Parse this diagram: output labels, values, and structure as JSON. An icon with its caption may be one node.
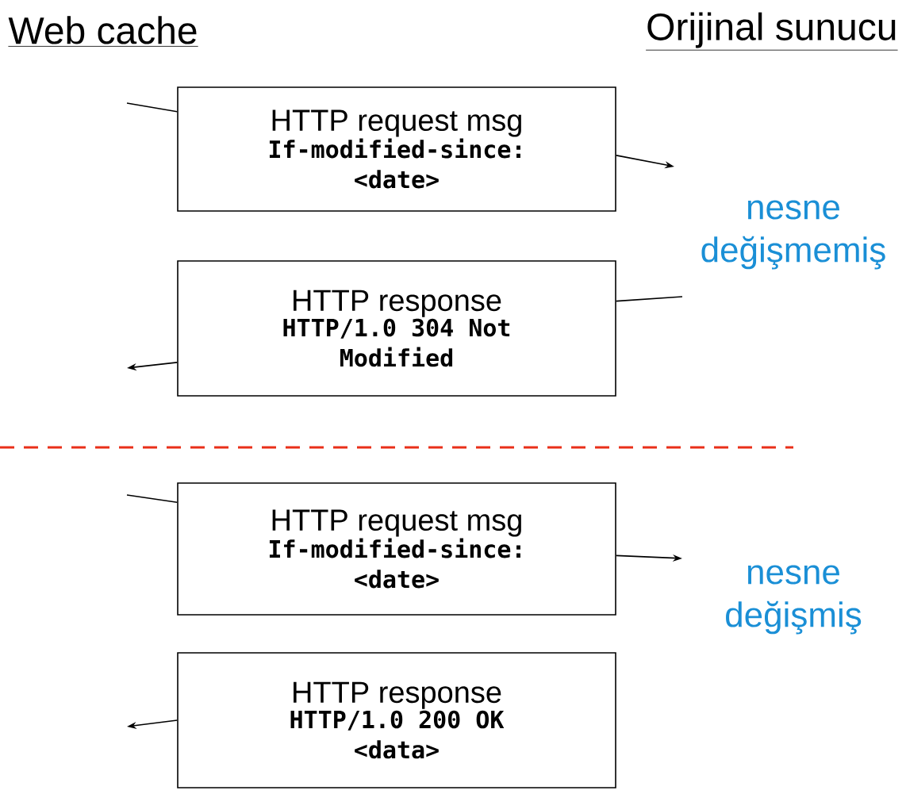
{
  "diagram": {
    "nodes": [
      {
        "text": [
          "HTTP request msg",
          "If-modified-since: <date>"
        ]
      },
      {
        "text": [
          "HTTP response",
          "HTTP/1.0 304 Not Modified"
        ]
      },
      {
        "text": [
          "HTTP request msg",
          "If-modified-since: <date>"
        ]
      },
      {
        "text": [
          "HTTP response",
          "HTTP/1.0 200 OK <data>"
        ]
      }
    ],
    "edges": [
      {
        "from": null,
        "to": 0,
        "arrow": "none"
      },
      {
        "from": 0,
        "to": null,
        "arrow": "to"
      },
      {
        "from": null,
        "to": 1,
        "arrow": "none"
      },
      {
        "from": 1,
        "to": null,
        "arrow": "to"
      },
      {
        "from": null,
        "to": 2,
        "arrow": "none"
      },
      {
        "from": 2,
        "to": null,
        "arrow": "to"
      },
      {
        "from": 3,
        "to": null,
        "arrow": "to"
      }
    ],
    "labels": [
      "Web cache",
      "Orijinal sunucu",
      "nesne değişmemiş",
      "nesne değişmiş"
    ]
  }
}
